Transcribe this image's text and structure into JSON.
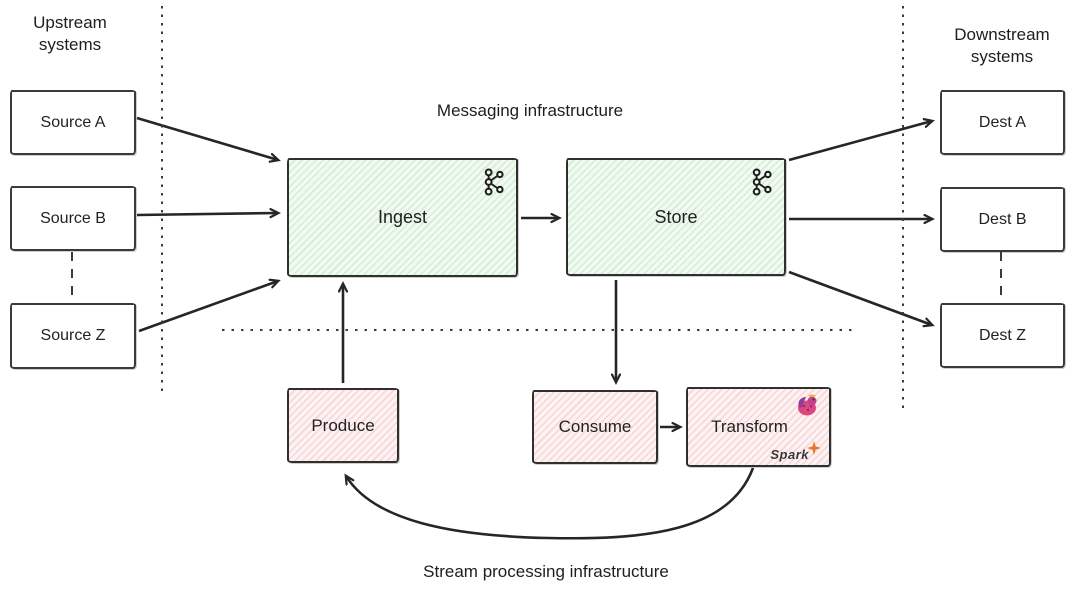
{
  "sections": {
    "upstream": "Upstream systems",
    "downstream": "Downstream systems",
    "messaging": "Messaging infrastructure",
    "stream_processing": "Stream processing infrastructure"
  },
  "sources": [
    {
      "label": "Source A"
    },
    {
      "label": "Source B"
    },
    {
      "label": "Source Z"
    }
  ],
  "destinations": [
    {
      "label": "Dest A"
    },
    {
      "label": "Dest B"
    },
    {
      "label": "Dest Z"
    }
  ],
  "nodes": {
    "ingest": {
      "label": "Ingest",
      "icon": "kafka-icon"
    },
    "store": {
      "label": "Store",
      "icon": "kafka-icon"
    },
    "produce": {
      "label": "Produce"
    },
    "consume": {
      "label": "Consume"
    },
    "transform": {
      "label": "Transform",
      "icons": [
        "flink-squirrel-icon",
        "spark-logo"
      ]
    }
  },
  "logos": {
    "spark_text": "Spark"
  },
  "colors": {
    "messaging_fill": "#f0faf0",
    "messaging_hatch": "#d4ecd4",
    "processing_fill": "#fdf1f1",
    "processing_hatch": "#f5d6d6",
    "line_stroke": "#262626"
  }
}
